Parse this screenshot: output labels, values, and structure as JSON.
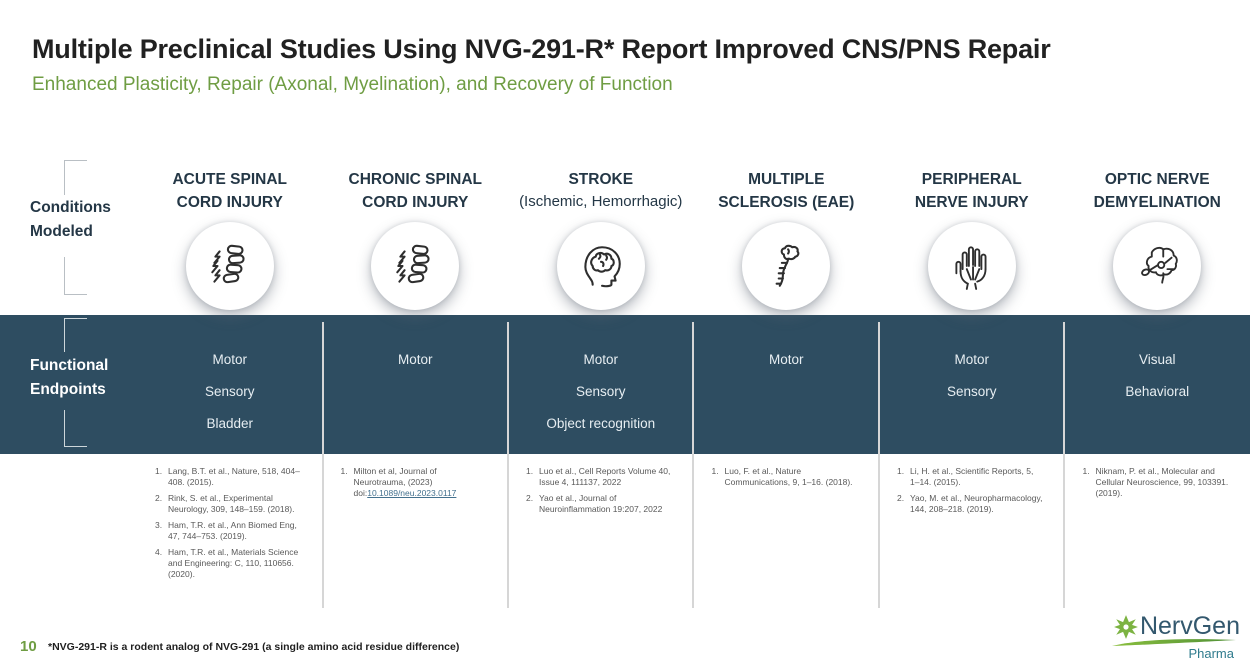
{
  "slide": {
    "title": "Multiple Preclinical Studies Using NVG-291-R* Report Improved CNS/PNS Repair",
    "subtitle": "Enhanced Plasticity, Repair (Axonal, Myelination), and Recovery of Function",
    "row_labels": {
      "conditions": "Conditions Modeled",
      "endpoints": "Functional Endpoints"
    }
  },
  "columns": [
    {
      "title": "ACUTE SPINAL CORD INJURY",
      "title_sub": "",
      "icon": "spine-injury-icon",
      "endpoints": [
        "Motor",
        "Sensory",
        "Bladder"
      ],
      "references": [
        {
          "text": "Lang, B.T. et al., Nature, 518, 404–408. (2015).",
          "link": ""
        },
        {
          "text": "Rink, S. et al., Experimental Neurology, 309, 148–159. (2018).",
          "link": ""
        },
        {
          "text": "Ham, T.R. et al., Ann Biomed Eng, 47, 744–753. (2019).",
          "link": ""
        },
        {
          "text": "Ham, T.R. et al., Materials Science and Engineering: C, 110, 110656. (2020).",
          "link": ""
        }
      ]
    },
    {
      "title": "CHRONIC SPINAL CORD INJURY",
      "title_sub": "",
      "icon": "spine-injury-icon",
      "endpoints": [
        "Motor"
      ],
      "references": [
        {
          "text": "Milton et al, Journal of Neurotrauma, (2023) doi:",
          "link": "10.1089/neu.2023.0117"
        }
      ]
    },
    {
      "title": "STROKE",
      "title_sub": "(Ischemic, Hemorrhagic)",
      "icon": "brain-head-icon",
      "endpoints": [
        "Motor",
        "Sensory",
        "Object recognition"
      ],
      "references": [
        {
          "text": "Luo et al., Cell Reports Volume 40, Issue 4, 111137, 2022",
          "link": ""
        },
        {
          "text": "Yao et al., Journal of Neuroinflammation 19:207, 2022",
          "link": ""
        }
      ]
    },
    {
      "title": "MULTIPLE SCLEROSIS (EAE)",
      "title_sub": "",
      "icon": "brain-spinal-cord-icon",
      "endpoints": [
        "Motor"
      ],
      "references": [
        {
          "text": "Luo, F. et al., Nature Communications, 9, 1–16. (2018).",
          "link": ""
        }
      ]
    },
    {
      "title": "PERIPHERAL NERVE INJURY",
      "title_sub": "",
      "icon": "hand-nerves-icon",
      "endpoints": [
        "Motor",
        "Sensory"
      ],
      "references": [
        {
          "text": "Li, H. et al., Scientific Reports, 5, 1–14. (2015).",
          "link": ""
        },
        {
          "text": "Yao, M. et al., Neuropharmacology, 144, 208–218. (2019).",
          "link": ""
        }
      ]
    },
    {
      "title": "OPTIC NERVE DEMYELINATION",
      "title_sub": "",
      "icon": "brain-optic-nerve-icon",
      "endpoints": [
        "Visual",
        "Behavioral"
      ],
      "references": [
        {
          "text": "Niknam, P. et al., Molecular and Cellular Neuroscience, 99, 103391. (2019).",
          "link": ""
        }
      ]
    }
  ],
  "footer": {
    "page_number": "10",
    "footnote": "*NVG-291-R is a rodent analog of NVG-291 (a single amino acid residue difference)",
    "logo_name": "NervGen",
    "logo_sub": "Pharma"
  },
  "icons": {
    "column_icons": [
      "spine-injury-icon",
      "spine-injury-icon",
      "brain-head-icon",
      "brain-spinal-cord-icon",
      "hand-nerves-icon",
      "brain-optic-nerve-icon"
    ],
    "logo_icon": "neuron-star-icon"
  },
  "colors": {
    "band_teal": "#2e4d61",
    "subtitle_green": "#6f9d43",
    "page_number_green": "#6f9d43",
    "header_navy": "#243746",
    "reference_gray": "#595959",
    "link_blue": "#44718e",
    "logo_green": "#7cb342",
    "logo_slate": "#33586e",
    "logo_teal": "#2f7b8d"
  }
}
